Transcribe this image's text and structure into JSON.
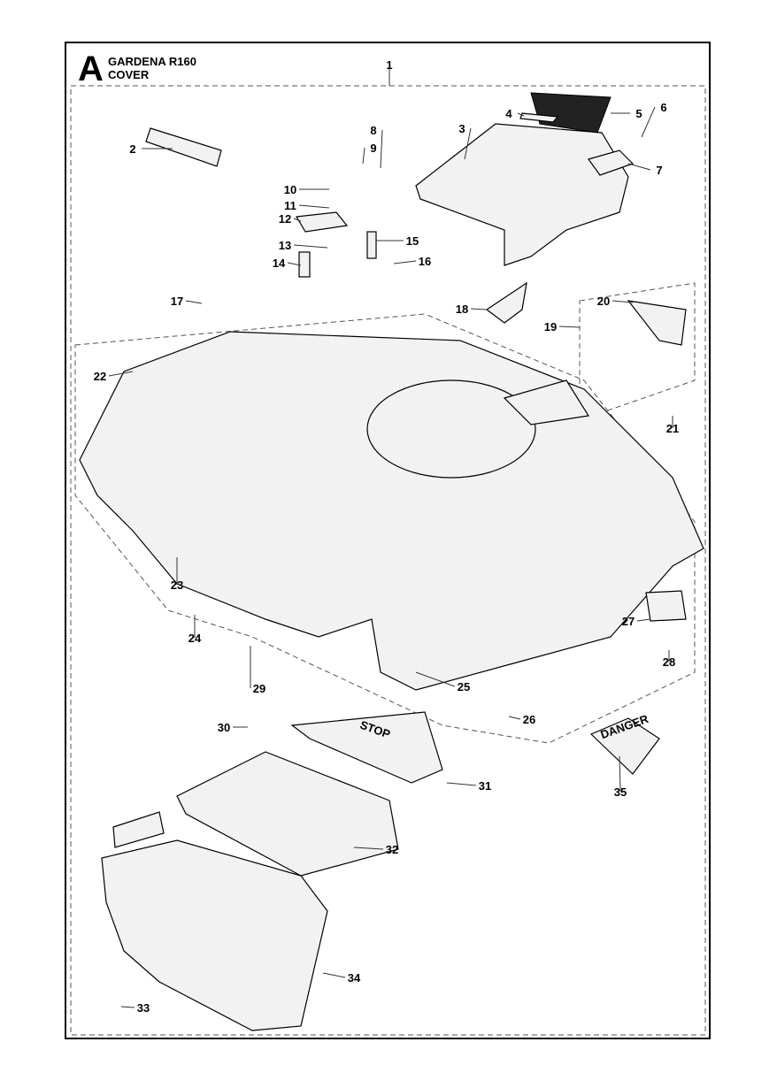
{
  "header": {
    "section_letter": "A",
    "model": "GARDENA R160",
    "assembly": "COVER"
  },
  "decal_text": {
    "stop": "STOP",
    "danger": "DANGER"
  },
  "callouts": [
    "1",
    "2",
    "3",
    "4",
    "5",
    "6",
    "7",
    "8",
    "9",
    "10",
    "11",
    "12",
    "13",
    "14",
    "15",
    "16",
    "17",
    "18",
    "19",
    "20",
    "21",
    "22",
    "23",
    "24",
    "25",
    "26",
    "27",
    "28",
    "29",
    "30",
    "31",
    "32",
    "33",
    "34",
    "35"
  ]
}
